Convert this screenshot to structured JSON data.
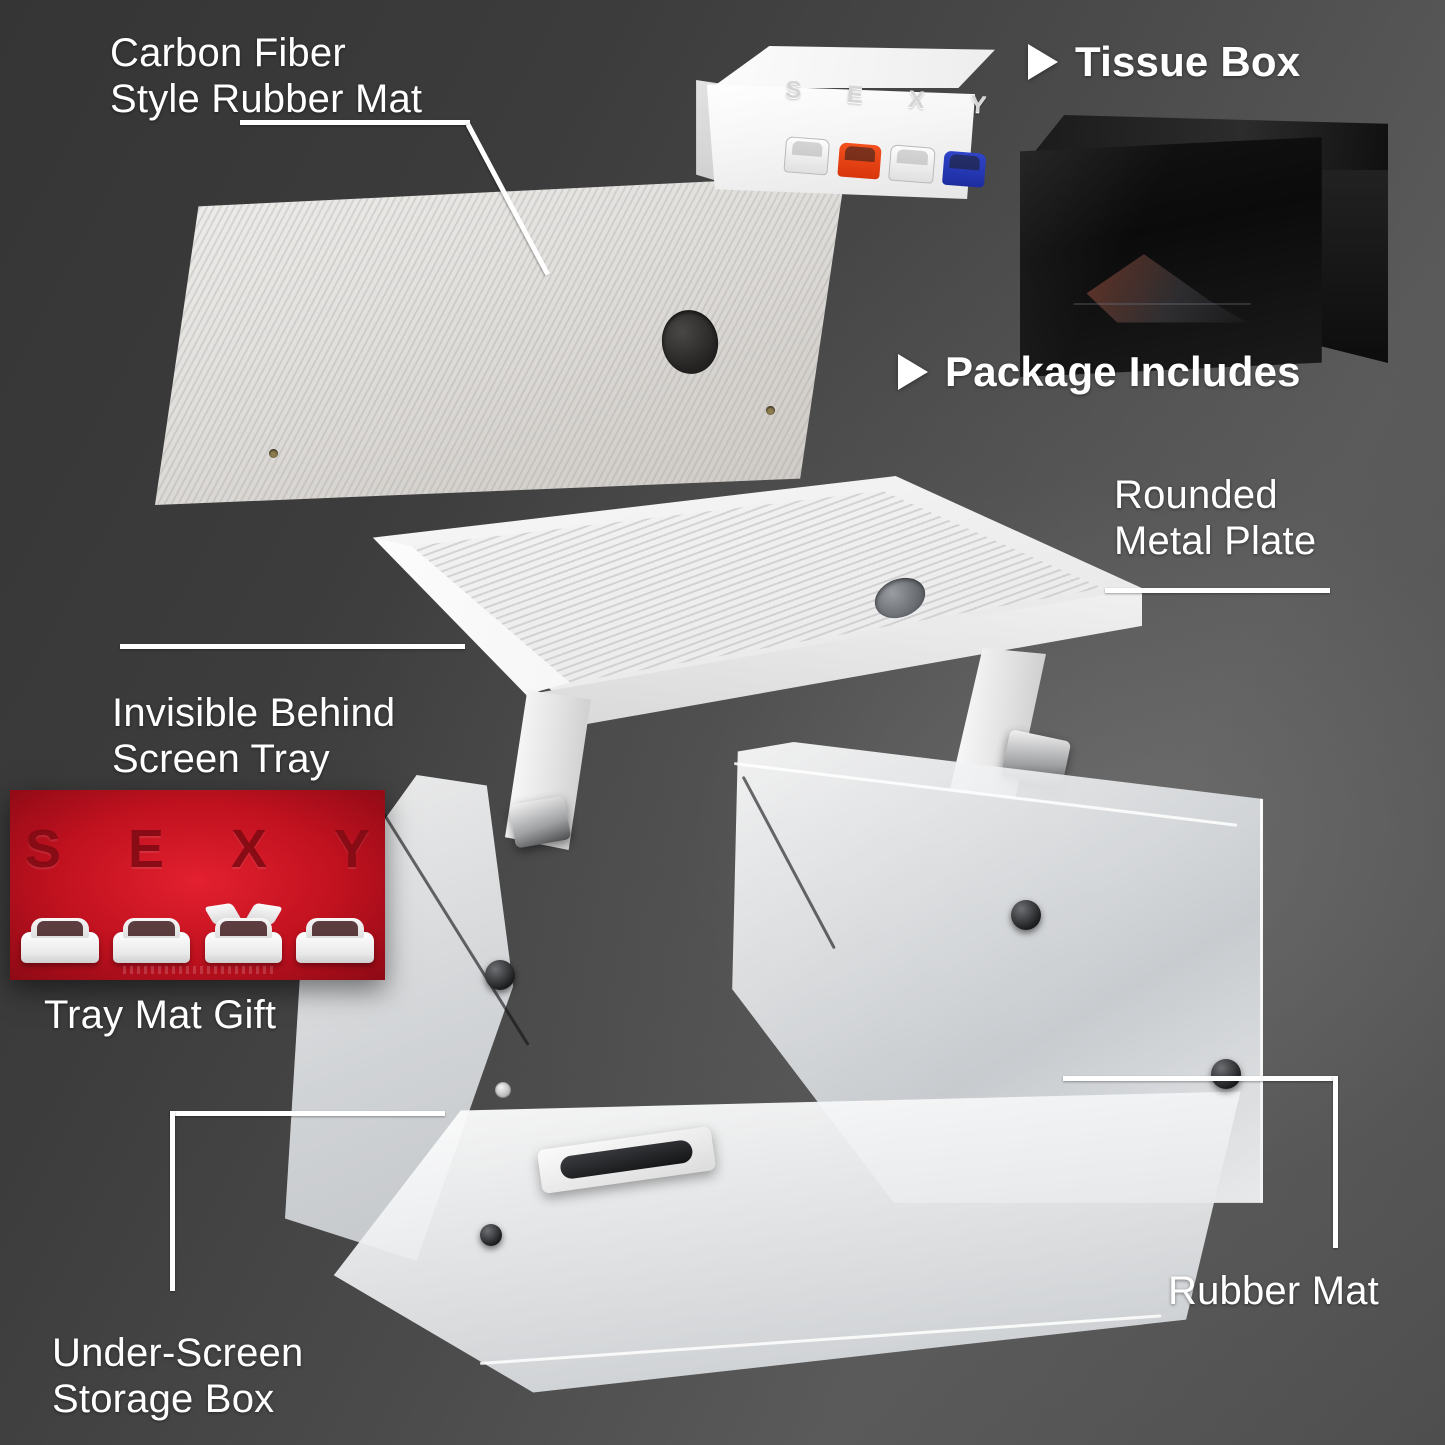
{
  "background": {
    "base_color": "#3b3b3b",
    "highlight_color": "#6f6f6f"
  },
  "labels": {
    "carbon_fiber_mat": "Carbon Fiber\nStyle Rubber Mat",
    "tissue_box": "Tissue Box",
    "package_includes": "Package Includes",
    "rounded_metal_plate": "Rounded\nMetal Plate",
    "invisible_tray": "Invisible Behind\nScreen Tray",
    "tray_mat_gift": "Tray Mat Gift",
    "under_screen_storage": "Under-Screen\nStorage Box",
    "rubber_mat": "Rubber Mat"
  },
  "package_box": {
    "letters": [
      "S",
      "E",
      "X",
      "Y"
    ],
    "car_colors": [
      "#ffffff",
      "#f4511e",
      "#ffffff",
      "#2f45c9"
    ]
  },
  "gift_mat": {
    "letters": [
      "S",
      "E",
      "X",
      "Y"
    ],
    "background_color": "#c0111f",
    "car_color": "#ffffff",
    "car_count": 4
  },
  "icons": {
    "bullet_tissue": "triangle-right-icon",
    "bullet_package": "triangle-right-icon"
  }
}
